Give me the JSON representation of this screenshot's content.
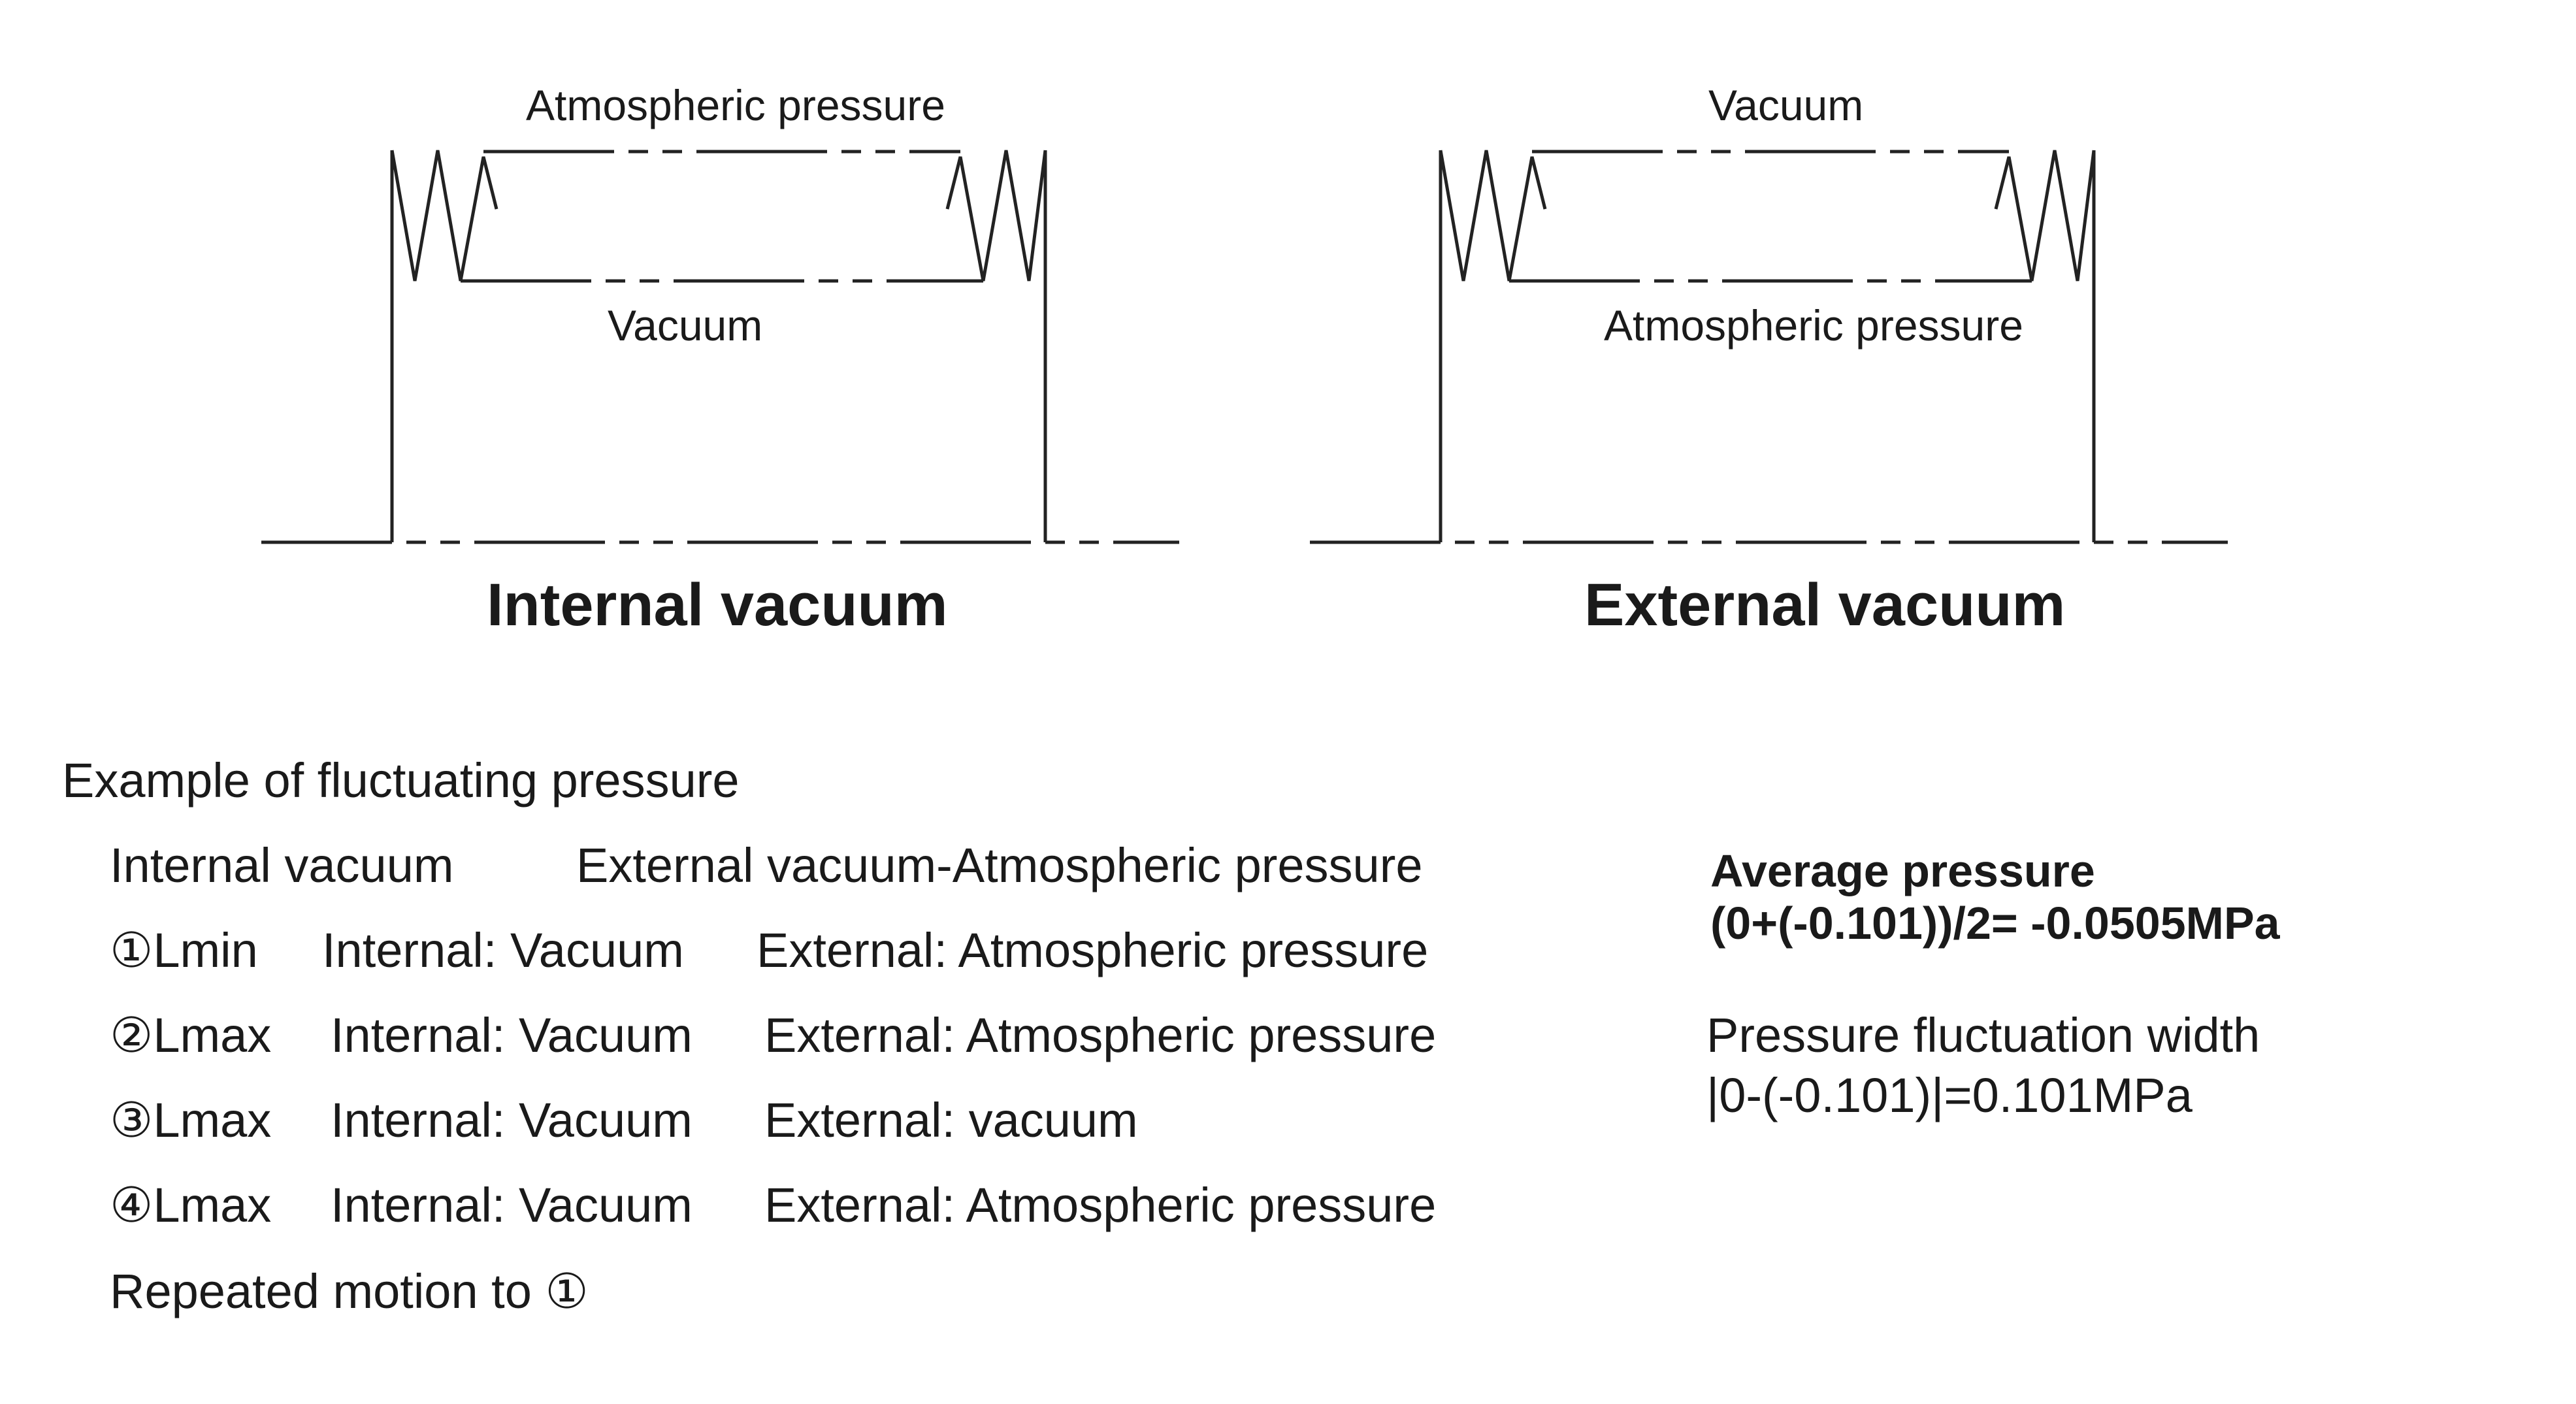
{
  "diagrams": {
    "internal": {
      "top_label": "Atmospheric pressure",
      "inner_label": "Vacuum",
      "title": "Internal vacuum"
    },
    "external": {
      "top_label": "Vacuum",
      "inner_label": "Atmospheric pressure",
      "title": "External vacuum"
    }
  },
  "example": {
    "heading": "Example of fluctuating pressure",
    "header_left": "Internal vacuum",
    "header_right": "External vacuum-Atmospheric pressure",
    "rows": [
      {
        "step": "①Lmin",
        "internal": "Internal: Vacuum",
        "external": "External: Atmospheric pressure"
      },
      {
        "step": "②Lmax",
        "internal": "Internal: Vacuum",
        "external": "External: Atmospheric pressure"
      },
      {
        "step": "③Lmax",
        "internal": "Internal: Vacuum",
        "external": "External: vacuum"
      },
      {
        "step": "④Lmax",
        "internal": "Internal: Vacuum",
        "external": "External: Atmospheric pressure"
      }
    ],
    "repeat": "Repeated motion to ①"
  },
  "results": {
    "average_label": "Average pressure",
    "average_formula": "(0+(-0.101))/2= -0.0505MPa",
    "width_label": "Pressure fluctuation width",
    "width_formula": "|0-(-0.101)|=0.101MPa"
  }
}
